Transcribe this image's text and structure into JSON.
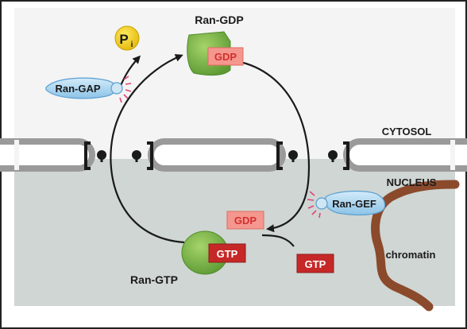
{
  "labels": {
    "ran_gdp": "Ran-GDP",
    "ran_gap": "Ran-GAP",
    "pi_main": "P",
    "pi_sub": "i",
    "cytosol": "CYTOSOL",
    "nucleus": "NUCLEUS",
    "ran_gef": "Ran-GEF",
    "chromatin": "chromatin",
    "ran_gtp": "Ran-GTP",
    "gdp_top": "GDP",
    "gdp_released": "GDP",
    "gtp_bound": "GTP",
    "gtp_free": "GTP"
  },
  "colors": {
    "cytosol_bg": "#f4f4f4",
    "nucleus_bg": "#cfd6d3",
    "membrane": "#9a9a9a",
    "membrane_inner": "#ffffff",
    "pore": "#1a1a1a",
    "ran_green": "#7cb342",
    "ran_green_dark": "#4f8a2a",
    "gdp_box": "#f4978e",
    "gdp_text": "#d32f2f",
    "gtp_box": "#c62828",
    "gtp_text": "#ffffff",
    "enzyme_blue": "#a9d4ee",
    "enzyme_stroke": "#5b9fd0",
    "chromatin": "#8b4a2b",
    "pi_yellow": "#f3d21c",
    "spark": "#e0447a"
  },
  "icons": [
    "pi-icon",
    "ran-gdp-icon",
    "ran-gtp-icon",
    "ran-gap-icon",
    "ran-gef-icon",
    "nuclear-pore-icon",
    "cycle-arrow-icon",
    "chromatin-fiber-icon"
  ]
}
